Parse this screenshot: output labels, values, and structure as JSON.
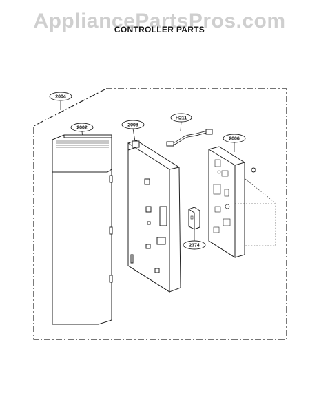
{
  "watermark": "AppliancePartsPros.com",
  "title": "CONTROLLER PARTS",
  "callouts": {
    "assembly": "2004",
    "panel": "2002",
    "frame": "2008",
    "harness": "H211",
    "pcb": "2006",
    "sub_board": "2374"
  }
}
